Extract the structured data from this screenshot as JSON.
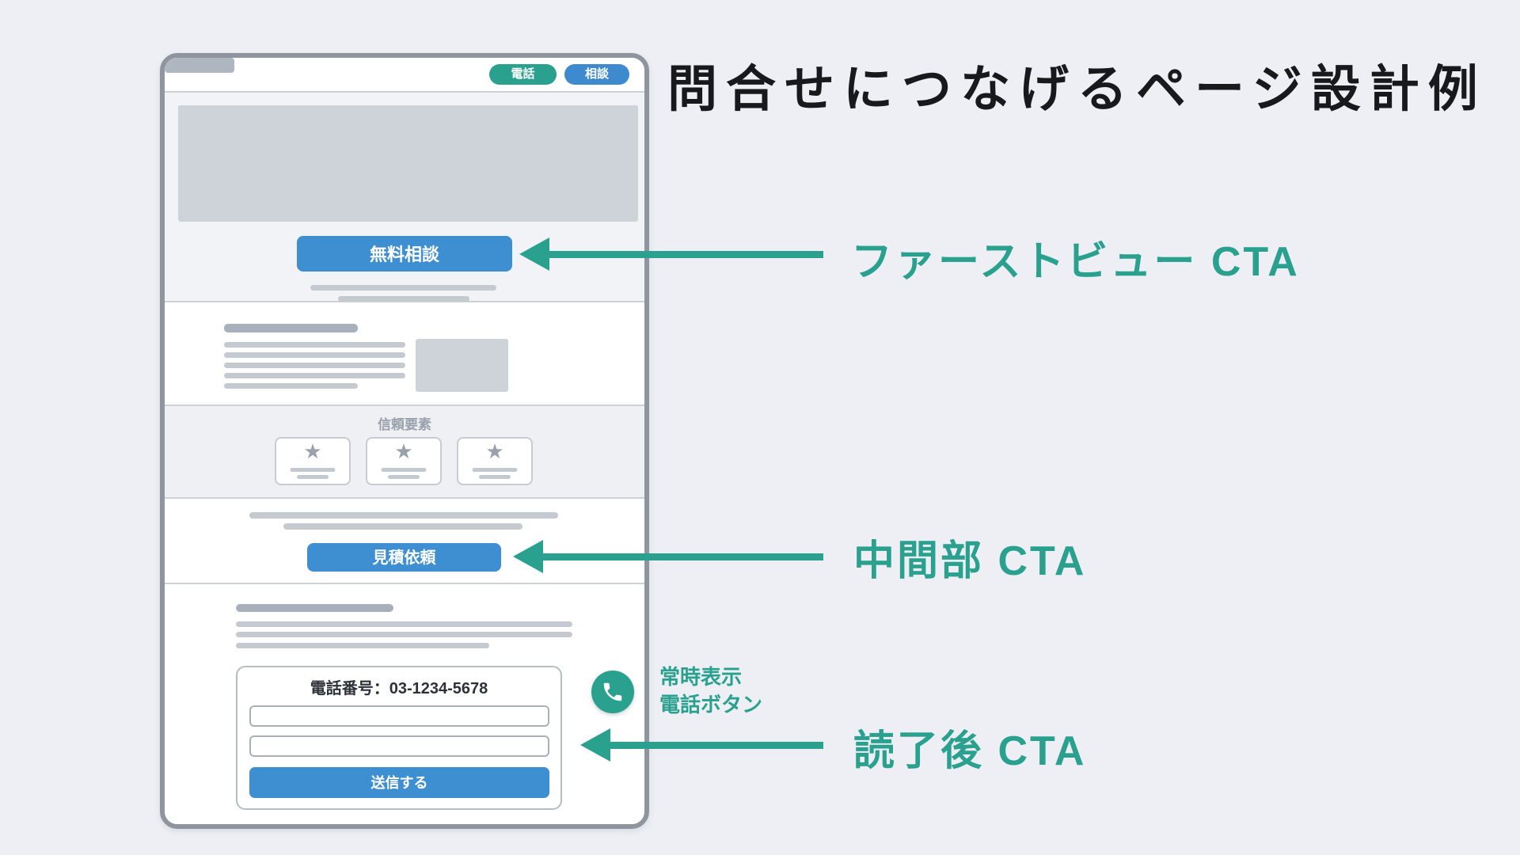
{
  "page": {
    "title": "問合せにつなげるページ設計例"
  },
  "colors": {
    "teal_accent": "#2aa08f",
    "blue_cta": "#3e8ed2",
    "frame_border": "#8e959f",
    "page_bg": "#edeff4"
  },
  "wireframe": {
    "header": {
      "phone_badge": "電話",
      "consult_badge": "相談"
    },
    "hero": {
      "cta": "無料相談"
    },
    "trust": {
      "heading": "信頼要素",
      "star": "★"
    },
    "mid": {
      "cta": "見積依頼"
    },
    "footer_form": {
      "phone_line": "電話番号：03-1234-5678",
      "submit": "送信する"
    }
  },
  "annotations": {
    "first_view_cta": "ファーストビュー CTA",
    "mid_cta": "中間部 CTA",
    "after_read_cta": "読了後 CTA",
    "floating_phone": {
      "line1": "常時表示",
      "line2": "電話ボタン"
    }
  }
}
